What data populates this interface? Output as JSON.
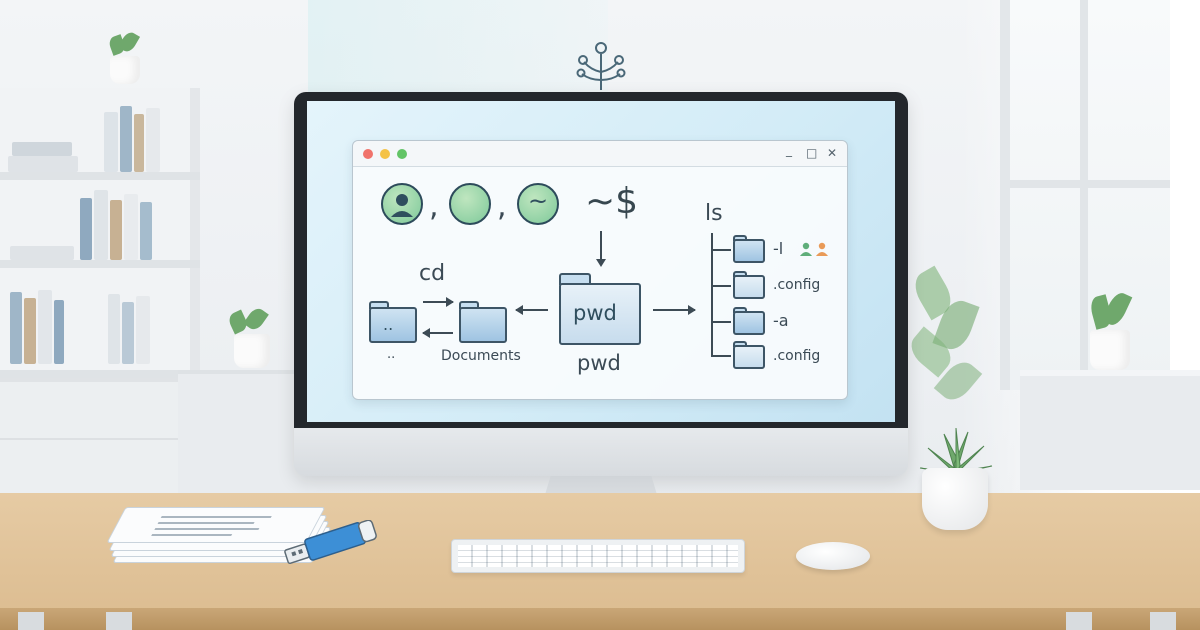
{
  "banner": {
    "icon": "tree-network-icon",
    "label": "tree"
  },
  "terminal": {
    "window_controls": {
      "minimize": "_",
      "maximize": "□",
      "close": "✕"
    },
    "separator_1": ",",
    "separator_2": ",",
    "tilde_circle": "~",
    "prompt": "~$",
    "cd_label": "cd",
    "parent_folder_glyph": "..",
    "parent_folder_caption": "..",
    "documents_caption": "Documents",
    "pwd_folder_label": "pwd",
    "pwd_caption": "pwd",
    "ls_label": "ls",
    "ls_entries": [
      "-l",
      ".config",
      "-a",
      ".config"
    ]
  },
  "colors": {
    "traffic_red": "#f0736b",
    "traffic_yellow": "#f4c246",
    "traffic_green": "#62c466",
    "folder_blue": "#9fc4e2",
    "usb_blue": "#3d8fd6",
    "desk_wood": "#dbbb8f",
    "plant_green": "#6fa86c"
  }
}
